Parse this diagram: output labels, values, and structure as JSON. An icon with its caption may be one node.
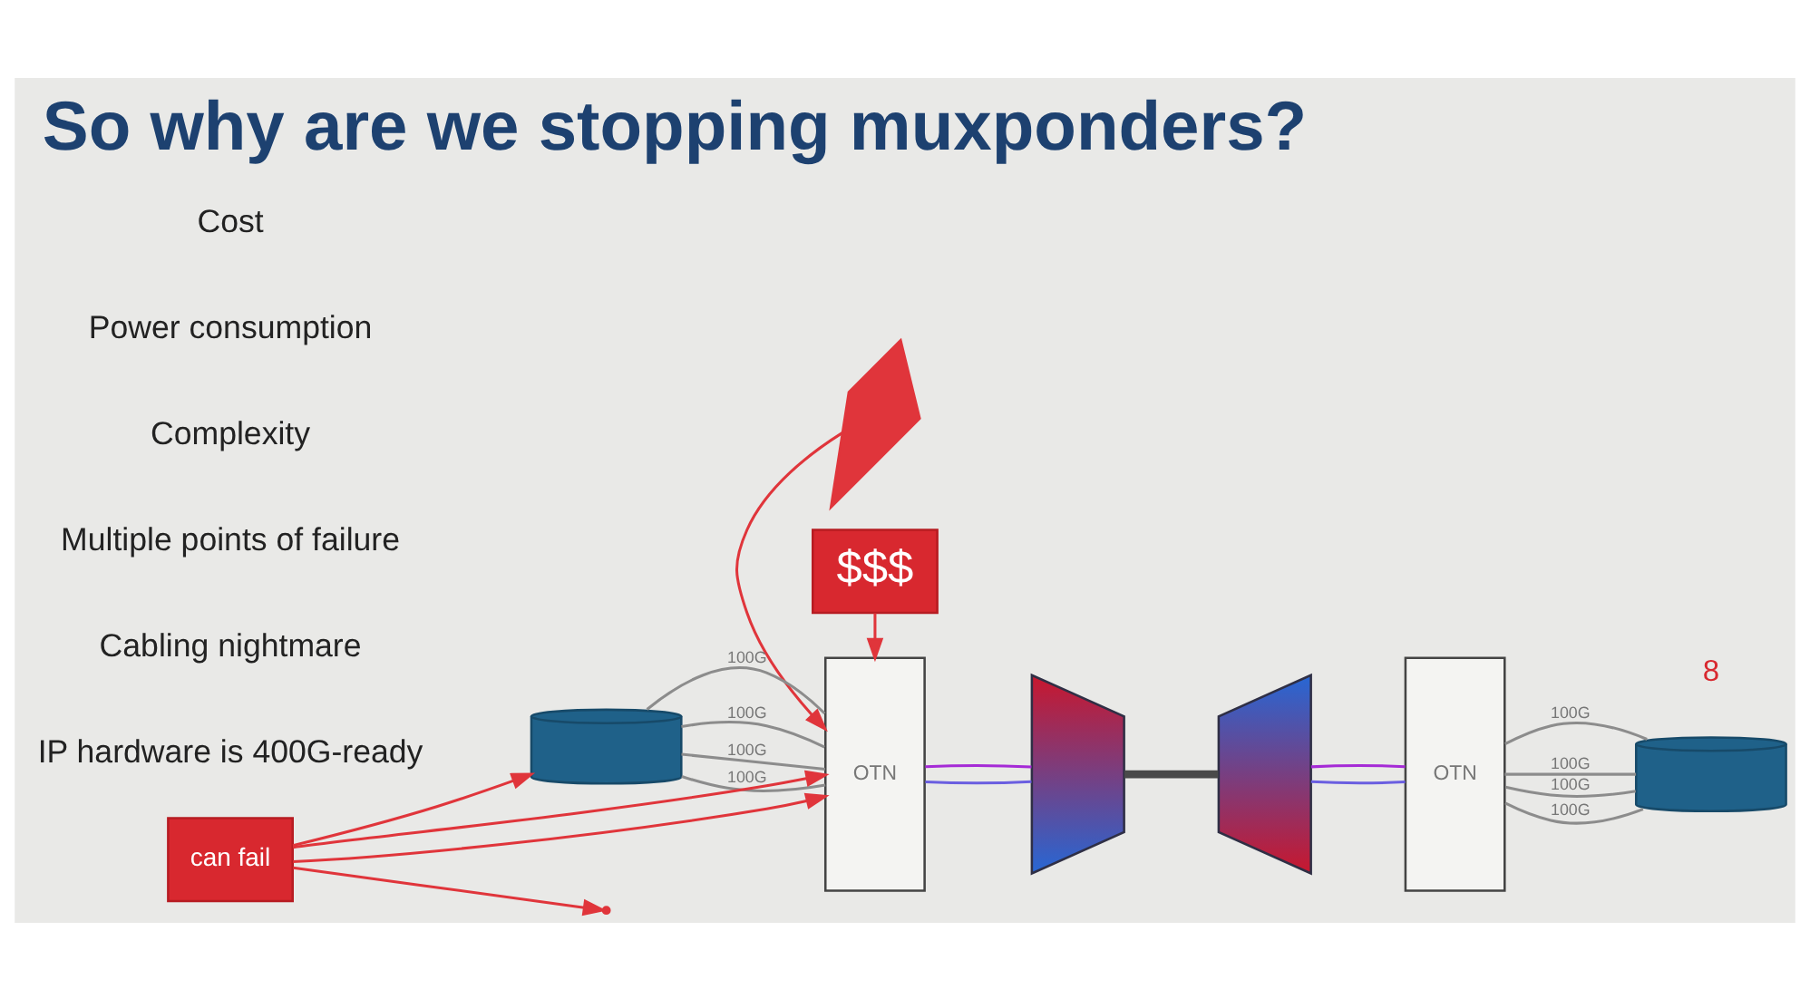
{
  "diagram": {
    "title": "So why are we stopping muxponders?",
    "nodes": [
      {
        "text": [],
        "shape": "lightning"
      },
      {
        "text": [
          "$$$"
        ]
      },
      {
        "text": [],
        "shape": "cylinder"
      },
      {
        "text": [
          "OTN"
        ]
      },
      {
        "text": [],
        "shape": "trapezoid"
      },
      {
        "text": [],
        "shape": "trapezoid"
      },
      {
        "text": [
          "OTN"
        ]
      },
      {
        "text": [],
        "shape": "cylinder"
      },
      {
        "text": [
          "can fail"
        ]
      }
    ],
    "edges": [
      {
        "from": 2,
        "to": 3,
        "arrow": "none",
        "label": "100G"
      },
      {
        "from": 2,
        "to": 3,
        "arrow": "none",
        "label": "100G"
      },
      {
        "from": 2,
        "to": 3,
        "arrow": "none",
        "label": "100G"
      },
      {
        "from": 2,
        "to": 3,
        "arrow": "none",
        "label": "100G"
      },
      {
        "from": 3,
        "to": 4,
        "arrow": "none",
        "color": "#6a5ee0"
      },
      {
        "from": 3,
        "to": 4,
        "arrow": "none",
        "color": "#a52ad6"
      },
      {
        "from": 4,
        "to": 5,
        "arrow": "none",
        "style": "thick",
        "color": "#4a4a4a"
      },
      {
        "from": 5,
        "to": 6,
        "arrow": "none",
        "color": "#6a5ee0"
      },
      {
        "from": 5,
        "to": 6,
        "arrow": "none",
        "color": "#a52ad6"
      },
      {
        "from": 6,
        "to": 7,
        "arrow": "none",
        "label": "100G"
      },
      {
        "from": 6,
        "to": 7,
        "arrow": "none",
        "label": "100G"
      },
      {
        "from": 6,
        "to": 7,
        "arrow": "none",
        "label": "100G"
      },
      {
        "from": 6,
        "to": 7,
        "arrow": "none",
        "label": "100G"
      },
      {
        "from": 0,
        "to": 3,
        "arrow": "to",
        "color": "#e0353b"
      },
      {
        "from": 1,
        "to": 3,
        "arrow": "to",
        "color": "#e0353b"
      },
      {
        "from": 8,
        "to": 2,
        "arrow": "to",
        "color": "#e0353b"
      },
      {
        "from": 8,
        "to": null,
        "arrow": "to",
        "color": "#e0353b"
      },
      {
        "from": 8,
        "to": 3,
        "arrow": "to",
        "color": "#e0353b"
      },
      {
        "from": 8,
        "to": 3,
        "arrow": "to",
        "color": "#e0353b"
      }
    ],
    "labels": [
      "Cost",
      "Power consumption",
      "Complexity",
      "Multiple points of failure",
      "Cabling nightmare",
      "IP hardware is 400G-ready",
      "8"
    ]
  }
}
